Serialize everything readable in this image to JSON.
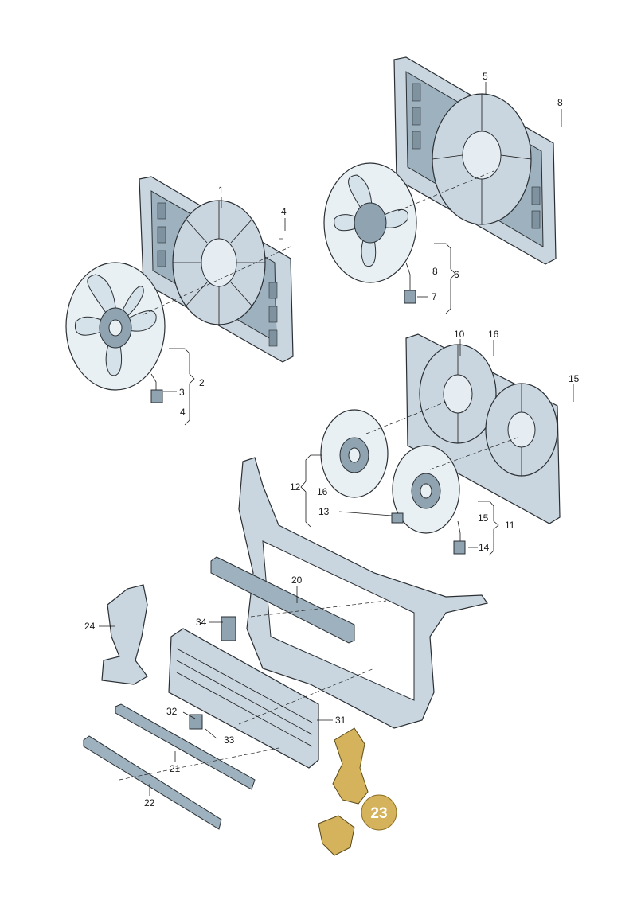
{
  "callouts": [
    {
      "label": "1"
    },
    {
      "label": "4"
    },
    {
      "label": "2"
    },
    {
      "label": "3"
    },
    {
      "label": "4"
    },
    {
      "label": "5"
    },
    {
      "label": "8"
    },
    {
      "label": "8"
    },
    {
      "label": "6"
    },
    {
      "label": "7"
    },
    {
      "label": "10"
    },
    {
      "label": "16"
    },
    {
      "label": "15"
    },
    {
      "label": "12"
    },
    {
      "label": "16"
    },
    {
      "label": "13"
    },
    {
      "label": "15"
    },
    {
      "label": "11"
    },
    {
      "label": "14"
    },
    {
      "label": "20"
    },
    {
      "label": "24"
    },
    {
      "label": "34"
    },
    {
      "label": "32"
    },
    {
      "label": "31"
    },
    {
      "label": "33"
    },
    {
      "label": "21"
    },
    {
      "label": "22"
    }
  ],
  "highlight": {
    "label": "23",
    "color": "#d4b35c"
  },
  "colors": {
    "part_fill": "#c9d6df",
    "outline": "#2a2f33",
    "highlight": "#d4b35c"
  }
}
